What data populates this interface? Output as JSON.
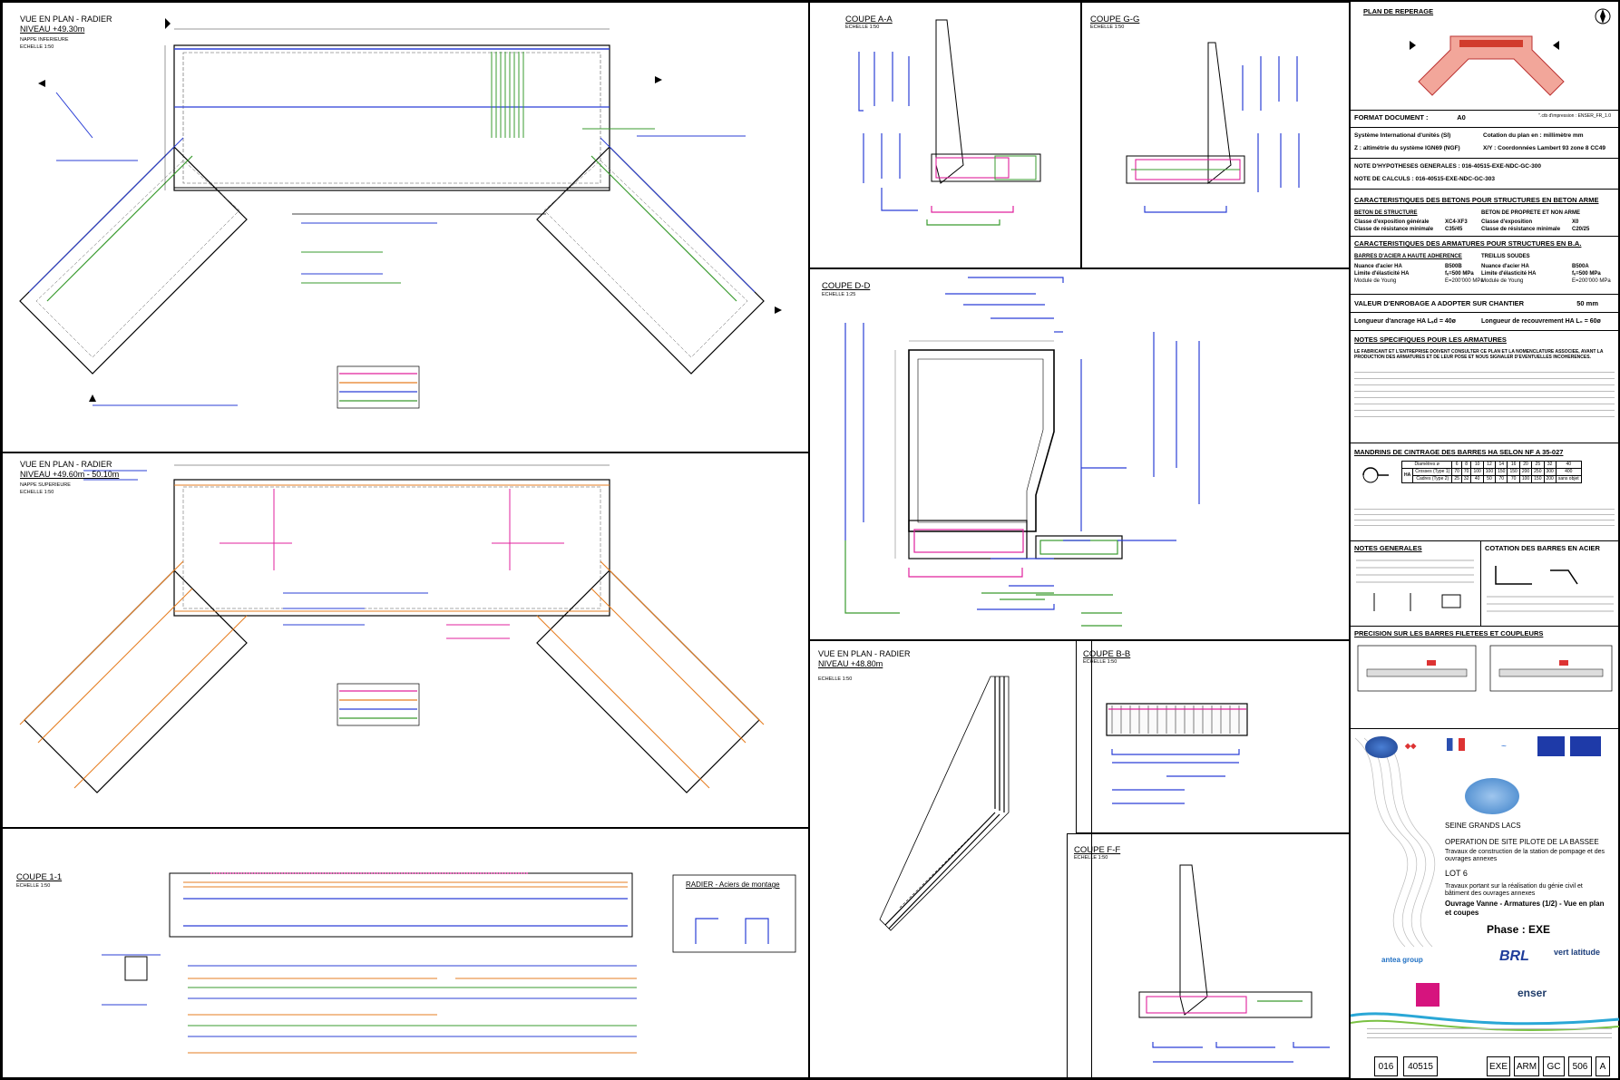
{
  "views": {
    "plan_bottom": {
      "title": "VUE EN PLAN - RADIER",
      "level": "NIVEAU +49.30m",
      "sub": "NAPPE INFERIEURE",
      "scale": "ECHELLE 1:50"
    },
    "plan_top": {
      "title": "VUE EN PLAN - RADIER",
      "level": "NIVEAU +49.60m - 50.10m",
      "sub": "NAPPE SUPERIEURE",
      "scale": "ECHELLE 1:50"
    },
    "coupe_11": {
      "title": "COUPE 1-1",
      "scale": "ECHELLE 1:50"
    },
    "radier_montage": {
      "title": "RADIER - Aciers de montage"
    },
    "coupe_aa": {
      "title": "COUPE A-A",
      "scale": "ECHELLE 1:50"
    },
    "coupe_gg": {
      "title": "COUPE G-G",
      "scale": "ECHELLE 1:50"
    },
    "coupe_dd": {
      "title": "COUPE D-D",
      "scale": "ECHELLE 1:25"
    },
    "plan_4880": {
      "title": "VUE EN PLAN - RADIER",
      "level": "NIVEAU +48.80m",
      "scale": "ECHELLE 1:50"
    },
    "coupe_bb": {
      "title": "COUPE B-B",
      "scale": "ECHELLE 1:50"
    },
    "coupe_ff": {
      "title": "COUPE F-F",
      "scale": "ECHELLE 1:50"
    }
  },
  "notes": {
    "plan_reperage": "PLAN DE REPERAGE",
    "format_label": "FORMAT DOCUMENT :",
    "format_value": "A0",
    "print_cfg": "\".ctb d'impression : ENSER_FR_1.0",
    "si": "Système International d'unités (SI)",
    "cotation": "Cotation du plan en : millimètre mm",
    "altimetrie": "Z : altimétrie du système IGN69 (NGF)",
    "xy": "X/Y : Coordonnées Lambert 93 zone 8 CC49",
    "hyp_label": "NOTE D'HYPOTHESES GENERALES :",
    "hyp_value": "016-40515-EXE-NDC-GC-300",
    "calc_label": "NOTE DE CALCULS :",
    "calc_value": "016-40515-EXE-NDC-GC-303",
    "beton_header": "CARACTERISTIQUES DES BETONS POUR STRUCTURES EN BETON ARME",
    "beton_struct": "BETON DE STRUCTURE",
    "beton_prop": "BETON DE PROPRETE ET NON ARME",
    "expo_label": "Classe d'exposition générale",
    "expo_value": "XC4-XF3",
    "res_label": "Classe de résistance minimale",
    "res_value": "C35/45",
    "expo2_label": "Classe d'exposition",
    "expo2_value": "X0",
    "res2_label": "Classe de résistance minimale",
    "res2_value": "C20/25",
    "arm_header": "CARACTERISTIQUES DES ARMATURES POUR STRUCTURES EN B.A.",
    "barres_ha": "BARRES D'ACIER A HAUTE ADHERENCE",
    "treillis": "TREILLIS SOUDES",
    "nuance_label": "Nuance d'acier HA",
    "nuance_value": "B500B",
    "nuance2_value": "B500A",
    "limite_label": "Limite d'élasticité HA",
    "limite_value": "fₑ=500 MPa",
    "module_label": "Module de Young",
    "module_value": "E=200'000 MPa",
    "enrobage_header": "VALEUR D'ENROBAGE A ADOPTER SUR CHANTIER",
    "enrobage_value": "50 mm",
    "ancrage": "Longueur d'ancrage HA   Lₛd = 40ø",
    "recouvrement": "Longueur de recouvrement  HA L₀ = 60ø",
    "specif_header": "NOTES SPECIFIQUES POUR LES ARMATURES",
    "specif_text": "LE FABRICANT ET L'ENTREPRISE DOIVENT CONSULTER CE PLAN ET LA NOMENCLATURE ASSOCIEE, AVANT LA PRODUCTION DES ARMATURES ET DE LEUR POSE ET NOUS SIGNALER D'EVENTUELLES INCOHERENCES.",
    "mandrins_header": "MANDRINS DE CINTRAGE DES BARRES HA SELON NF A 35-027",
    "mandrins_diam": [
      "6",
      "8",
      "10",
      "12",
      "14",
      "16",
      "20",
      "25",
      "32",
      "40"
    ],
    "mandrins_crosses": [
      "70",
      "70",
      "100",
      "100",
      "150",
      "150",
      "200",
      "250",
      "300",
      "400"
    ],
    "mandrins_cadres": [
      "25",
      "32",
      "40",
      "50",
      "70",
      "70",
      "100",
      "150",
      "200",
      "sans objet"
    ],
    "mandrins_row1": "Crosses (Type 1)",
    "mandrins_row2": "Cadres (Type 2)",
    "mandrins_diam_label": "Diamètres ø",
    "notes_gen_header": "NOTES GENERALES",
    "cotation_header": "COTATION DES BARRES EN ACIER",
    "precision_header": "PRECISION SUR LES BARRES FILETEES ET COUPLEURS"
  },
  "cartouche": {
    "client": "SEINE GRANDS LACS",
    "operation": "OPERATION DE SITE PILOTE DE LA BASSEE",
    "travaux": "Travaux de construction de la station de pompage et des ouvrages annexes",
    "lot": "LOT 6",
    "lot_desc": "Travaux portant sur la réalisation du génie civil et bâtiment des ouvrages annexes",
    "ouvrage": "Ouvrage Vanne - Armatures (1/2) - Vue en plan et coupes",
    "phase": "Phase : EXE",
    "logos": [
      "antea group",
      "BRL",
      "vert latitude",
      "enser"
    ],
    "code": [
      "016",
      "40515",
      "EXE",
      "ARM",
      "GC",
      "506",
      "A"
    ]
  }
}
